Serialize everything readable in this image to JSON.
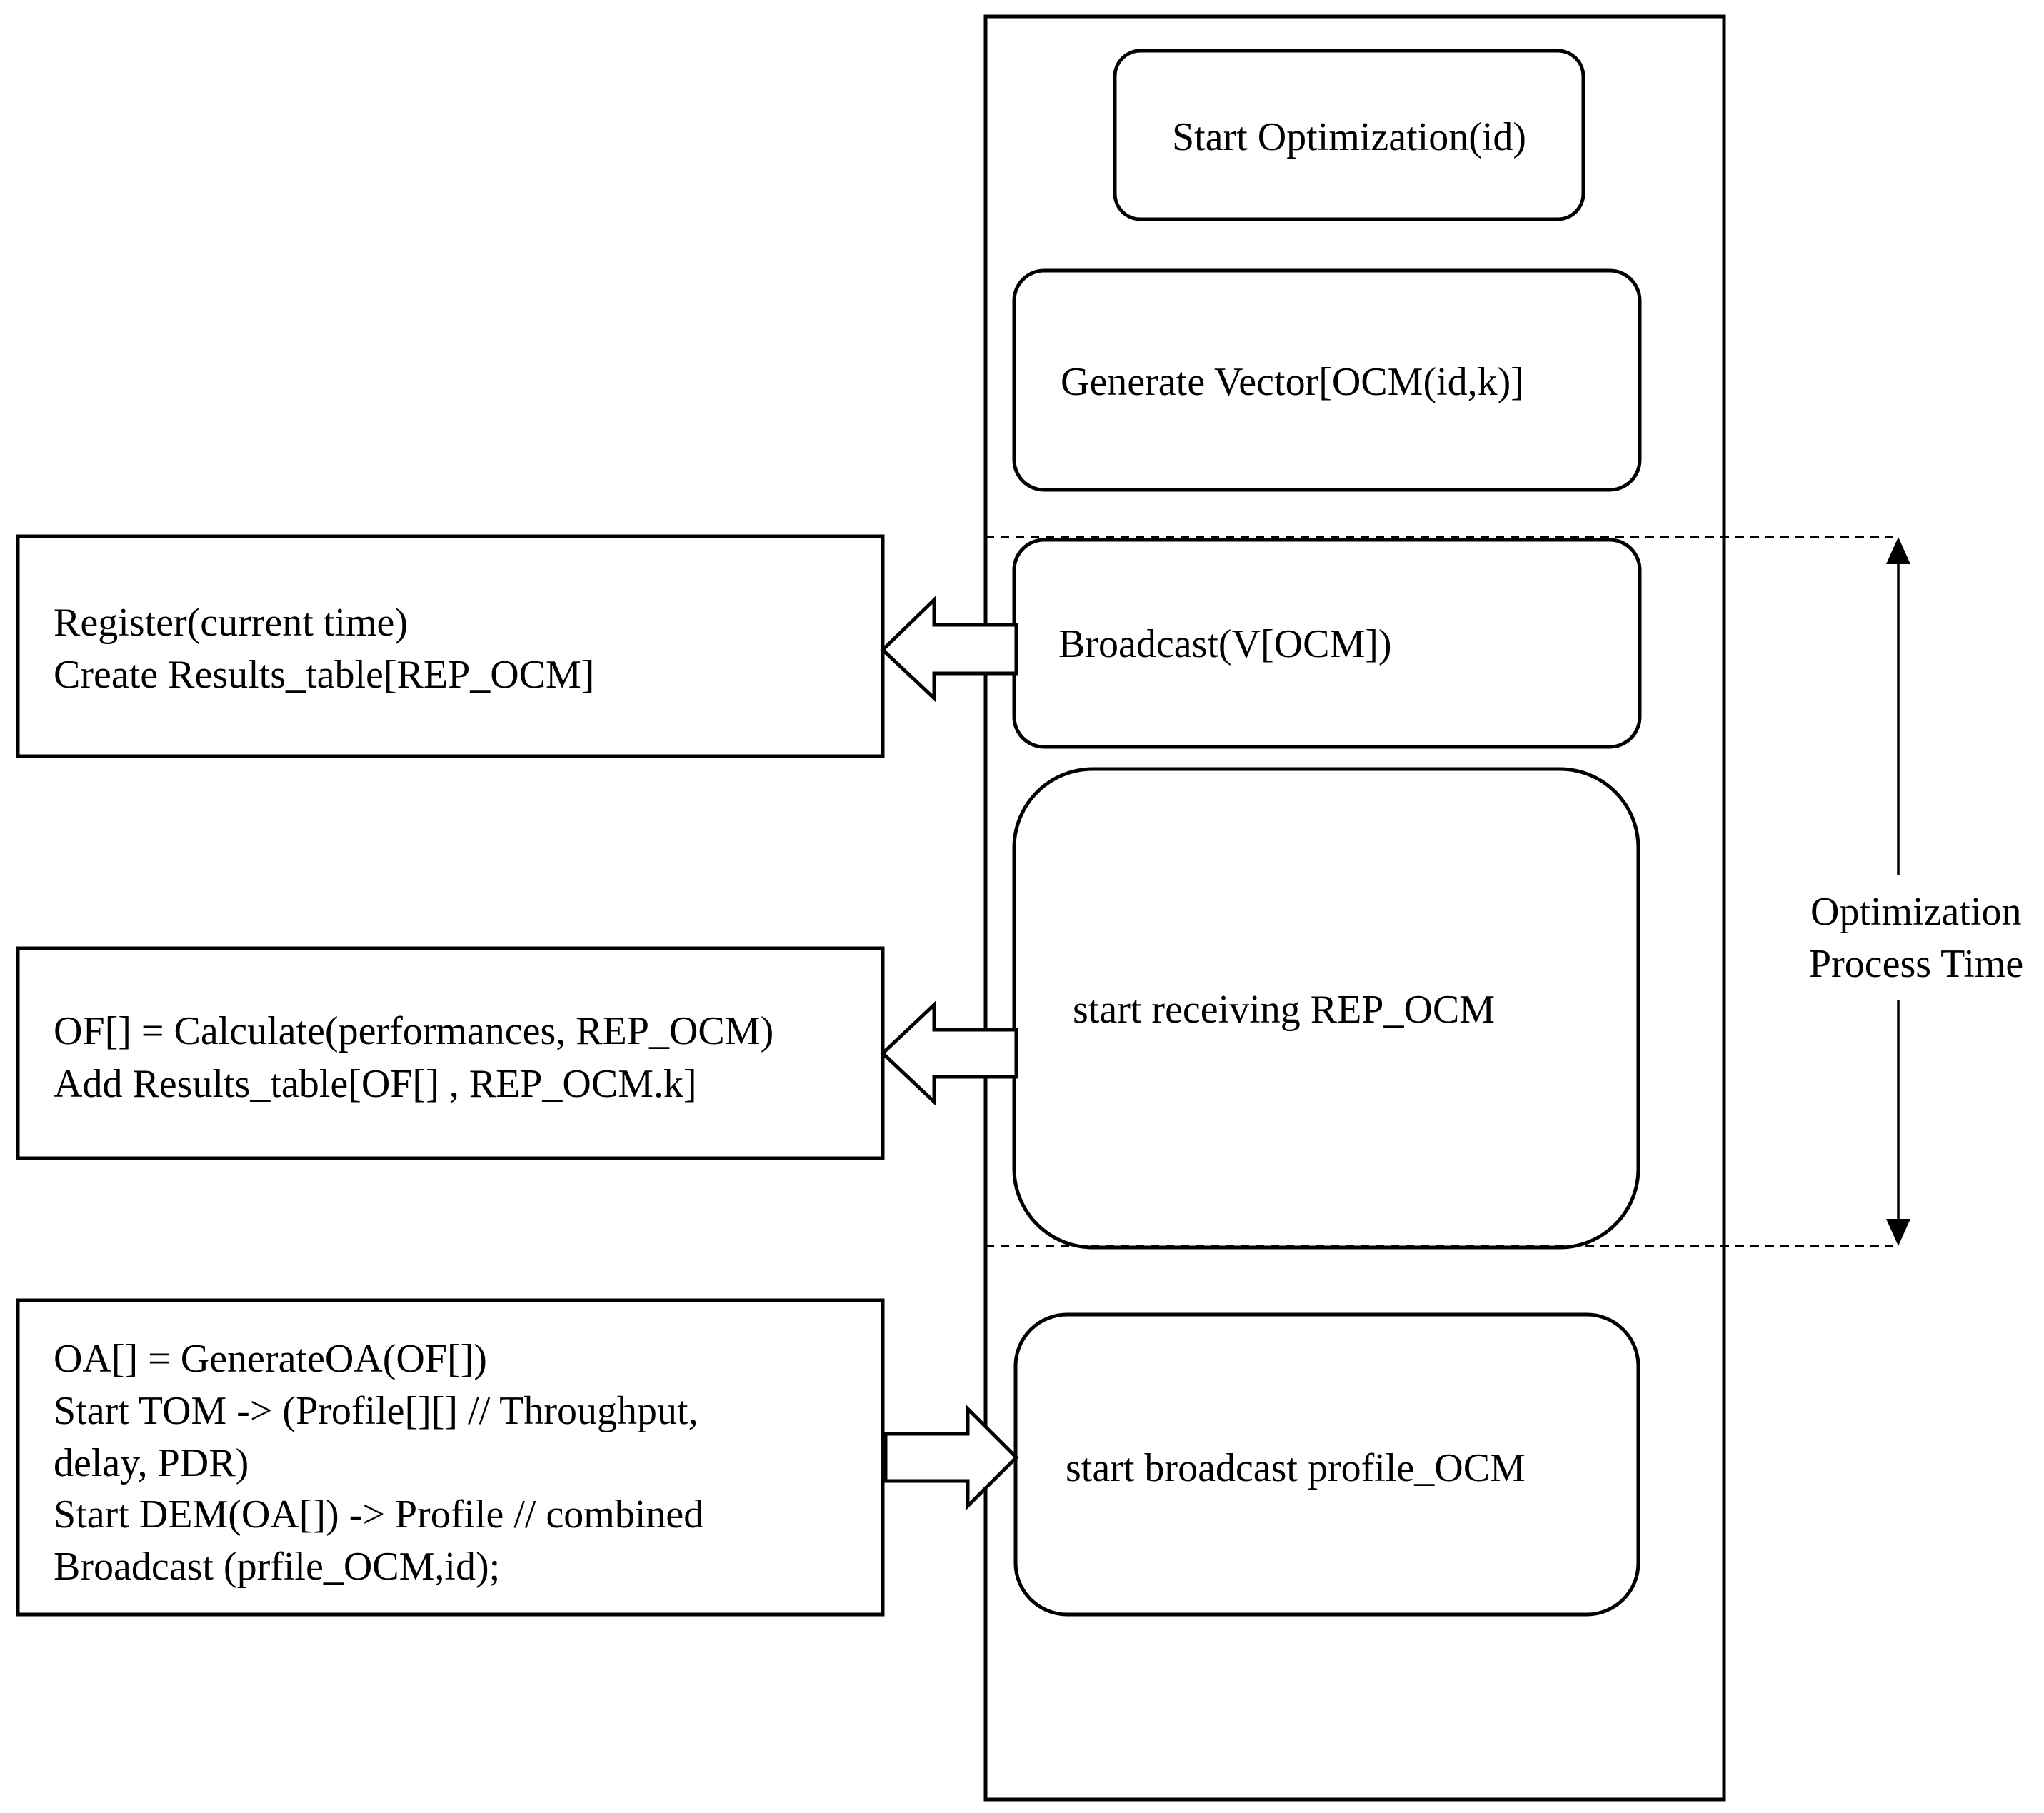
{
  "flow_steps": {
    "start": "Start Optimization(id)",
    "generate": "Generate Vector[OCM(id,k)]",
    "broadcast": "Broadcast(V[OCM])",
    "receive": "start receiving REP_OCM",
    "broadcast_profile": "start broadcast profile_OCM"
  },
  "side_boxes": {
    "register": [
      "Register(current time)",
      "Create Results_table[REP_OCM]"
    ],
    "calculate": [
      "OF[] = Calculate(performances, REP_OCM)",
      "Add Results_table[OF[] , REP_OCM.k]"
    ],
    "generate_oa": [
      "OA[] = GenerateOA(OF[])",
      "Start TOM -> (Profile[][] // Throughput,",
      "delay, PDR)",
      "Start DEM(OA[]) -> Profile // combined",
      "Broadcast (prfile_OCM,id);"
    ]
  },
  "timing": {
    "label_line1": "Optimization",
    "label_line2": "Process Time"
  }
}
